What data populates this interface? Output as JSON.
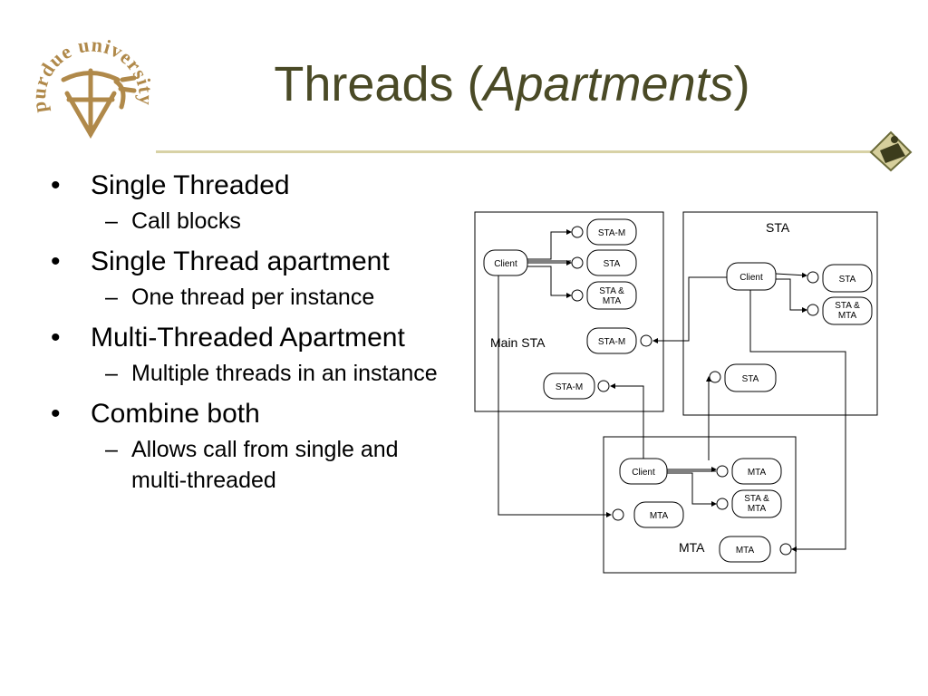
{
  "title": {
    "main": "Threads (",
    "italic": "Apartments",
    "close": ")"
  },
  "logo": {
    "text": "purdue university"
  },
  "bullets": [
    {
      "text": "Single Threaded",
      "sub": [
        {
          "text": "Call blocks"
        }
      ]
    },
    {
      "text": "Single Thread apartment",
      "sub": [
        {
          "text": "One thread per instance"
        }
      ]
    },
    {
      "text": "Multi-Threaded Apartment",
      "sub": [
        {
          "text": "Multiple threads in an instance"
        }
      ]
    },
    {
      "text": "Combine both",
      "sub": [
        {
          "text": "Allows call from single and multi-threaded"
        }
      ]
    }
  ],
  "diagram": {
    "main_sta": {
      "label": "Main STA",
      "client": "Client",
      "objects": [
        "STA-M",
        "STA",
        "STA &",
        "MTA",
        "STA-M",
        "STA-M"
      ]
    },
    "sta": {
      "label": "STA",
      "client": "Client",
      "objects": [
        "STA",
        "STA &",
        "MTA",
        "STA"
      ]
    },
    "mta": {
      "label": "MTA",
      "client": "Client",
      "objects": [
        "MTA",
        "STA &",
        "MTA",
        "MTA",
        "MTA"
      ]
    }
  },
  "colors": {
    "title": "#4a4a26",
    "rule": "#d8d2a6",
    "logo": "#b0894a"
  }
}
